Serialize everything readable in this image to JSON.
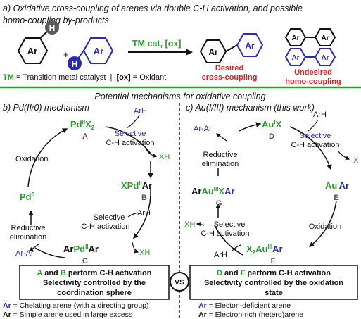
{
  "colors": {
    "green": "#2e9a2e",
    "blue": "#2b2bb0",
    "red": "#e02020",
    "black": "#111111",
    "gray": "#555555"
  },
  "panel_a": {
    "title_line1": "a) Oxidative cross-coupling of arenes via double C-H activation, and possible",
    "title_line2": "homo-coupling by-products",
    "reactant1": "Ar",
    "reactant1_h": "H",
    "plus": "+",
    "reactant2": "Ar",
    "reactant2_h": "H",
    "conditions": "TM cat, [ox]",
    "product_left": "Ar",
    "product_right": "Ar",
    "desired_line1": "Desired",
    "desired_line2": "cross-coupling",
    "homo_top_left": "Ar",
    "homo_top_right": "Ar",
    "homo_bottom_left": "Ar",
    "homo_bottom_right": "Ar",
    "undesired_line1": "Undesired",
    "undesired_line2": "homo-coupling",
    "legend_tm": "TM",
    "legend_tm_def": " = Transition metal catalyst  |  ",
    "legend_ox": "[ox]",
    "legend_ox_def": " = Oxidant"
  },
  "mechanisms_title": "Potential mechanisms for oxidative coupling",
  "panel_b": {
    "title": "b) Pd(II/0) mechanism",
    "A_formula": "Pd",
    "A_ox": "II",
    "A_x": "X",
    "A_sub": "2",
    "A_label": "A",
    "arh_top": "ArH",
    "sel1_line1": "Selective",
    "sel1_line2": "C-H activation",
    "xh1": "XH",
    "B_x": "X",
    "B_pd": "Pd",
    "B_ox": "II",
    "B_ar": "Ar",
    "B_label": "B",
    "arh_mid": "ArH",
    "sel2_line1": "Selective",
    "sel2_line2": "C-H activation",
    "xh2": "XH",
    "C_ar1": "Ar",
    "C_pd": "Pd",
    "C_ox": "II",
    "C_ar2": "Ar",
    "C_label": "C",
    "red_line1": "Reductive",
    "red_line2": "elimination",
    "product": "Ar-Ar",
    "pd0": "Pd",
    "pd0_sup": "0",
    "oxidation": "Oxidation",
    "box_line1_a": "A",
    "box_line1_and": " and ",
    "box_line1_b": "B",
    "box_line1_rest": " perform C-H activation",
    "box_line2": "Selectivity controlled by the",
    "box_line3": "coordination sphere",
    "note1_ar": "Ar",
    "note1_text": " = Chelating arene (with a directing group)",
    "note2_ar": "Ar",
    "note2_text": " = Simple arene used in large excess"
  },
  "vs": "VS",
  "panel_c": {
    "title": "c) Au(I/III) mechanism (this work)",
    "product": "Ar-Ar",
    "D_au": "Au",
    "D_ox": "I",
    "D_x": "X",
    "D_label": "D",
    "arh_top": "ArH",
    "sel1_line1": "Selective",
    "sel1_line2": "C-H activation",
    "xh1": "X",
    "E_au": "Au",
    "E_ox": "I",
    "E_ar": "Ar",
    "E_label": "E",
    "oxidation": "Oxidation",
    "F_x": "X",
    "F_sub": "2",
    "F_au": "Au",
    "F_ox": "III",
    "F_ar": "Ar",
    "F_label": "F",
    "arh_bottom": "ArH",
    "sel2_line1": "Selective",
    "sel2_line2": "C-H activation",
    "xh2": "XH",
    "G_ar1": "Ar",
    "G_au": "Au",
    "G_ox": "III",
    "G_x": "X",
    "G_ar2": "Ar",
    "G_label": "G",
    "red_line1": "Reductive",
    "red_line2": "elimination",
    "box_line1_d": "D",
    "box_line1_and": " and ",
    "box_line1_f": "F",
    "box_line1_rest": " perform C-H activation",
    "box_line2": "Selectivity controlled by the oxidation",
    "box_line3": "state",
    "note1_ar": "Ar",
    "note1_text": " = Electon-deficient arene",
    "note2_ar": "Ar",
    "note2_text": " = Electron-rich (hetero)arene"
  }
}
